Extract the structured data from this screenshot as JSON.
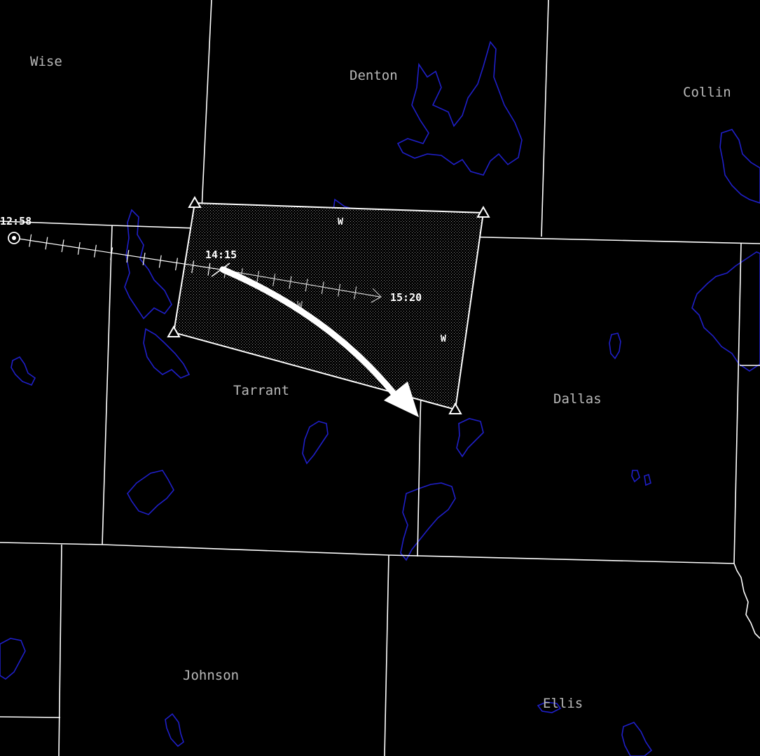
{
  "counties": [
    {
      "id": "wise",
      "name": "Wise"
    },
    {
      "id": "denton",
      "name": "Denton"
    },
    {
      "id": "collin",
      "name": "Collin"
    },
    {
      "id": "tarrant",
      "name": "Tarrant"
    },
    {
      "id": "dallas",
      "name": "Dallas"
    },
    {
      "id": "johnson",
      "name": "Johnson"
    },
    {
      "id": "ellis",
      "name": "Ellis"
    }
  ],
  "storm_track": {
    "start_time": "12:58",
    "current_time": "14:15",
    "end_time": "15:20"
  },
  "warning_polygon": {
    "vertex_marker_labels": [
      "W",
      "W",
      "W"
    ]
  },
  "colors": {
    "background": "#000000",
    "county_lines": "#ffffff",
    "water": "#1f1fc8",
    "county_labels": "#b9b9b9",
    "warning_outline": "#ffffff",
    "motion_arrow": "#ffffff"
  },
  "icons": {
    "storm_origin": "circle-dot-icon",
    "polygon_vertex": "triangle-icon",
    "motion_arrow": "arrow-icon"
  }
}
